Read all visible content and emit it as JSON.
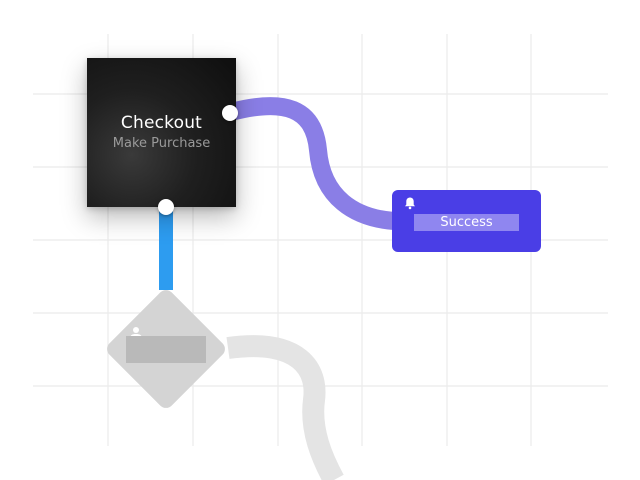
{
  "canvas": {
    "grid_color": "#ebebeb",
    "background": "#ffffff"
  },
  "nodes": {
    "checkout": {
      "title": "Checkout",
      "subtitle": "Make Purchase",
      "color": "#111111"
    },
    "success": {
      "label": "Success",
      "icon": "bell-icon",
      "color": "#4a3ee6"
    },
    "decision": {
      "label": "",
      "icon": "person-icon",
      "color": "#d4d4d4"
    }
  },
  "connectors": {
    "checkout_to_success_color": "#8a7ee6",
    "checkout_to_decision_color": "#2d9cf0",
    "decision_outgoing_color": "#e4e4e4"
  }
}
